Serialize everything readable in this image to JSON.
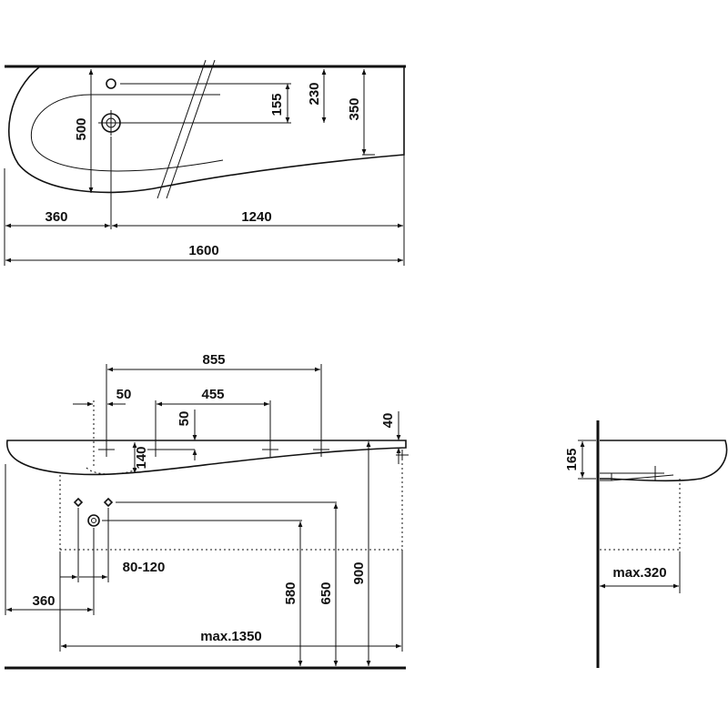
{
  "top_view": {
    "dims": {
      "d500": "500",
      "d155": "155",
      "d230": "230",
      "d350": "350",
      "d360": "360",
      "d1240": "1240",
      "d1600": "1600"
    }
  },
  "front_view": {
    "dims": {
      "d855": "855",
      "d50a": "50",
      "d455": "455",
      "d50b": "50",
      "d140": "140",
      "d40": "40",
      "d80_120": "80-120",
      "d360": "360",
      "d580": "580",
      "d650": "650",
      "d900": "900",
      "dmax1350": "max.1350"
    }
  },
  "side_view": {
    "dims": {
      "d165": "165",
      "dmax320": "max.320"
    }
  },
  "colors": {
    "line": "#111111",
    "background": "#ffffff"
  }
}
